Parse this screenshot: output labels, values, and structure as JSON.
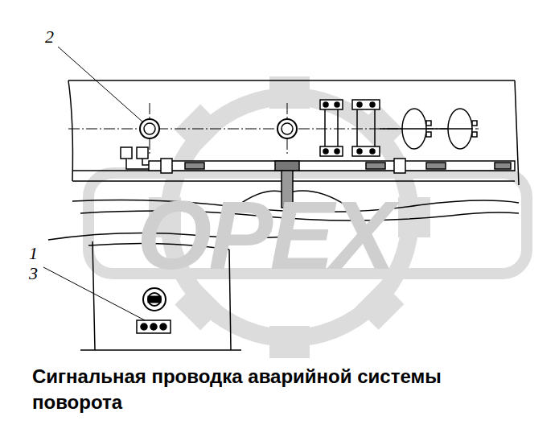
{
  "diagram": {
    "caption": "Сигнальная проводка аварийной системы поворота",
    "labels": [
      "2",
      "1",
      "3",
      "OPEX"
    ]
  }
}
